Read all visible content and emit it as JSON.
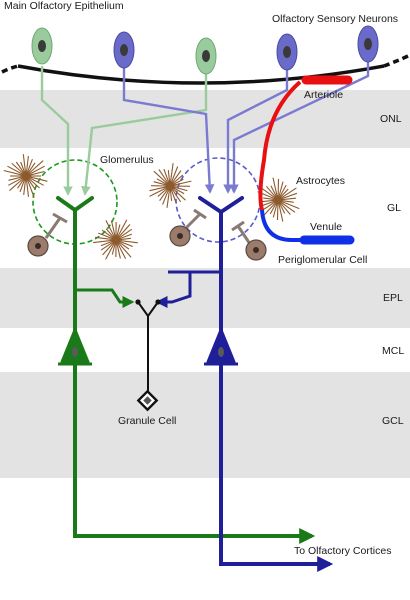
{
  "labels": {
    "epithelium": "Main Olfactory Epithelium",
    "osn": "Olfactory Sensory Neurons",
    "arteriole": "Arteriole",
    "glomerulus": "Glomerulus",
    "astrocytes": "Astrocytes",
    "venule": "Venule",
    "periglomerular": "Periglomerular Cell",
    "granule": "Granule Cell",
    "cortices": "To Olfactory Cortices"
  },
  "layers": [
    {
      "abbr": "ONL"
    },
    {
      "abbr": "GL"
    },
    {
      "abbr": "EPL"
    },
    {
      "abbr": "MCL"
    },
    {
      "abbr": "GCL"
    }
  ],
  "colors": {
    "band": "#e3e3e3",
    "green_light": "#9acb9c",
    "green_dark": "#1a7a1a",
    "blue_light": "#7a7ad1",
    "blue_dark": "#1f1f99",
    "arteriole": "#e81010",
    "venule": "#1030e8",
    "astrocyte": "#8c5a2d",
    "periglomerular": "#9a7b6c",
    "neuron_body": "#5a4a46"
  }
}
